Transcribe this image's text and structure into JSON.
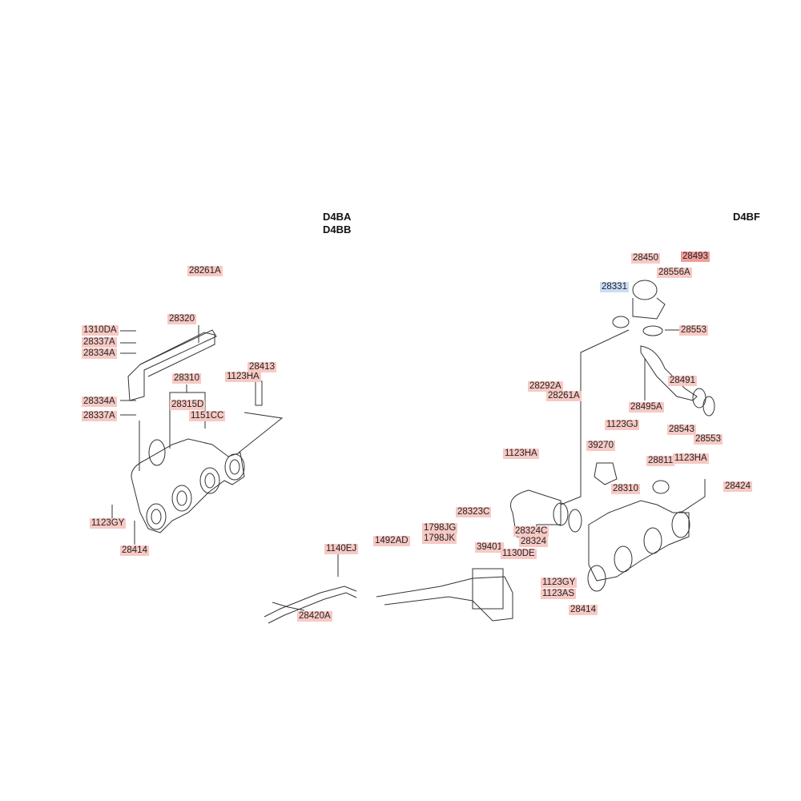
{
  "headers": {
    "left_1": "D4BA",
    "left_2": "D4BB",
    "right": "D4BF"
  },
  "colors": {
    "label_bg": "#f7c9c4",
    "highlight_bg": "#f19d9a",
    "selected_bg": "#c9ddf6"
  },
  "left_labels": [
    "28261A",
    "28320",
    "1310DA",
    "28337A",
    "28334A",
    "28310",
    "1123HA",
    "28413",
    "28334A",
    "28315D",
    "1151CC",
    "28337A",
    "1123GY",
    "28414"
  ],
  "right_labels": [
    "28450",
    "28493",
    "28556A",
    "28331",
    "28553",
    "28491",
    "28292A",
    "28261A",
    "28495A",
    "28543",
    "28553",
    "1123GJ",
    "39270",
    "28811",
    "1123HA",
    "1123HA",
    "28424",
    "28310",
    "28323C",
    "28324C",
    "28324",
    "1492AD",
    "1798JG",
    "1798JK",
    "1140EJ",
    "39401",
    "1130DE",
    "1123GY",
    "1123AS",
    "28414",
    "28420A"
  ]
}
